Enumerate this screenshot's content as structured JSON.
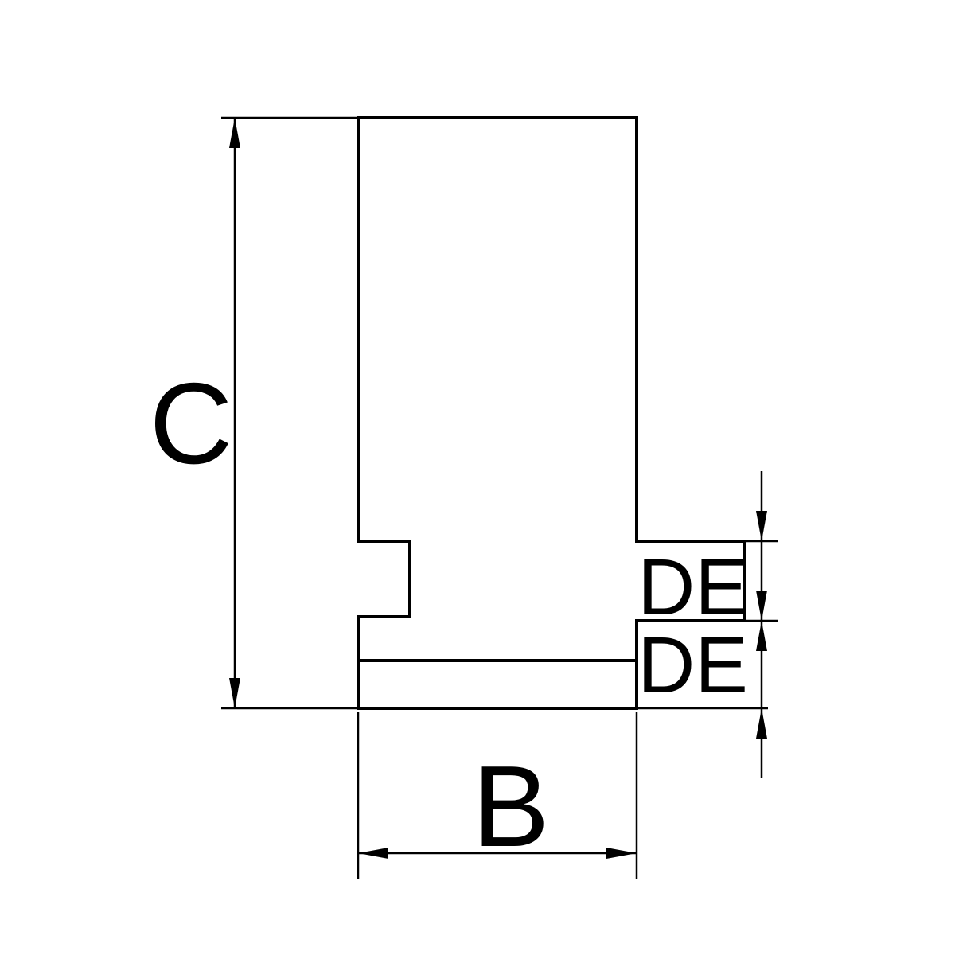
{
  "drawing": {
    "background": "#ffffff",
    "line_color": "#000000",
    "labels": {
      "length": "C",
      "width": "B",
      "upper_right": "DE",
      "lower_right": "DE"
    }
  }
}
